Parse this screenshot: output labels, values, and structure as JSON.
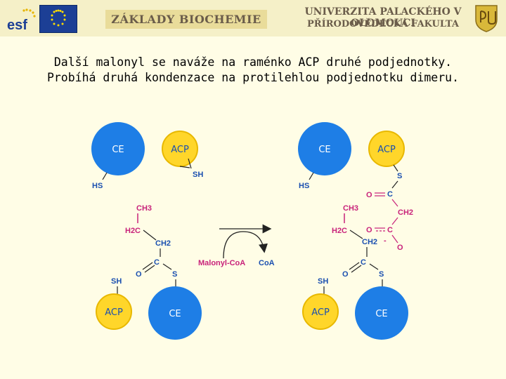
{
  "header": {
    "logo": "esf",
    "title": "ZÁKLADY BIOCHEMIE",
    "university_line1": "UNIVERZITA PALACKÉHO V OLOMOUCI",
    "university_line2": "PŘÍRODOVĚDECKÁ FAKULTA"
  },
  "caption": {
    "line1": "Další malonyl se naváže na raménko ACP druhé podjednotky.",
    "line2": "Probíhá druhá kondenzace na protilehlou podjednotku dimeru."
  },
  "diagram": {
    "ce": "CE",
    "acp": "ACP",
    "sh": "SH",
    "hs": "HS",
    "s": "S",
    "o": "O",
    "c": "C",
    "ch3": "CH3",
    "h2c": "H2C",
    "ch2": "CH2",
    "minus": "-",
    "malonyl_coa": "Malonyl-CoA",
    "coa": "CoA"
  },
  "colors": {
    "blue": "#1e7ee6",
    "yellow": "#ffd62a",
    "yellow_border": "#e8b800",
    "magenta": "#c8227a",
    "text_blue": "#1a4fb0"
  }
}
